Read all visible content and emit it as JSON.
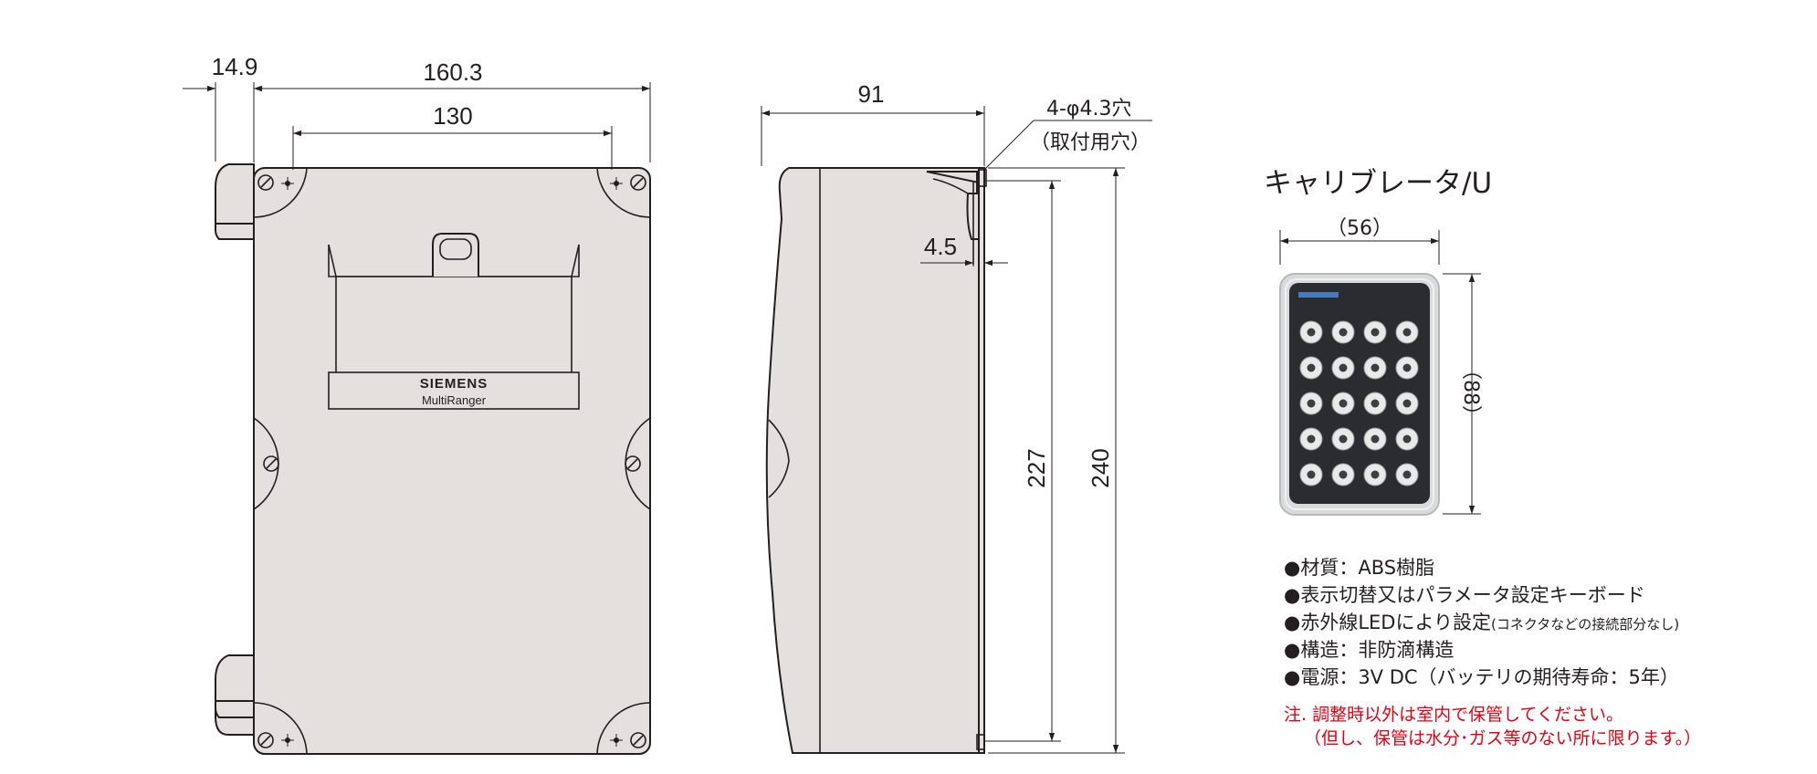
{
  "front_view": {
    "dim_offset": "14.9",
    "dim_width": "160.3",
    "dim_mount_spacing": "130",
    "brand": "SIEMENS",
    "model": "MultiRanger"
  },
  "side_view": {
    "dim_depth": "91",
    "hole_spec": "4-φ4.3穴",
    "hole_note": "（取付用穴）",
    "dim_lip": "4.5",
    "dim_mount_height": "227",
    "dim_height": "240"
  },
  "calibrator": {
    "title": "キャリブレータ/U",
    "dim_width": "（56）",
    "dim_height": "（88）",
    "key_rows": 5,
    "key_cols": 4
  },
  "specs": [
    {
      "text": "●材質：ABS樹脂"
    },
    {
      "text": "●表示切替又はパラメータ設定キーボード"
    },
    {
      "text": "●赤外線LEDにより設定",
      "small": "(コネクタなどの接続部分なし)"
    },
    {
      "text": "●構造：非防滴構造"
    },
    {
      "text": "●電源：3V DC（バッテリの期待寿命：5年）"
    }
  ],
  "notes": [
    "注. 調整時以外は室内で保管してください。",
    "（但し、保管は水分･ガス等のない所に限ります。）"
  ]
}
